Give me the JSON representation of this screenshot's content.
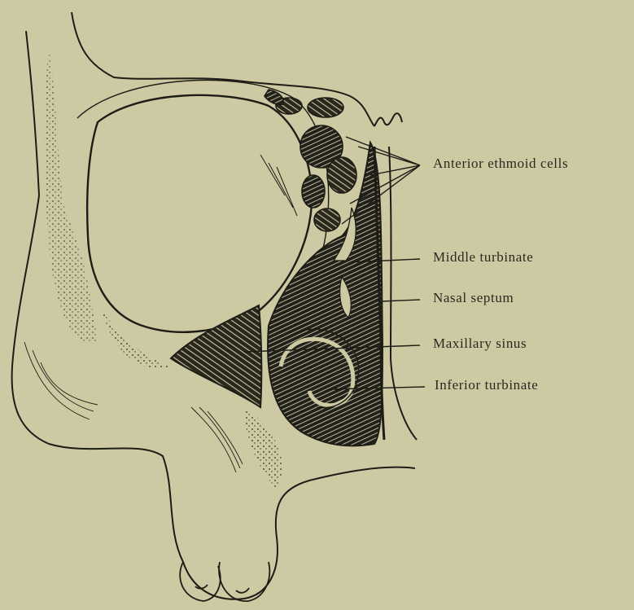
{
  "background_color": "#cdc9a2",
  "ink_color": "#1e1c16",
  "labels": {
    "anterior_ethmoid_cells": "Anterior ethmoid cells",
    "middle_turbinate": "Middle turbinate",
    "nasal_septum": "Nasal septum",
    "maxillary_sinus": "Maxillary sinus",
    "inferior_turbinate": "Inferior turbinate"
  }
}
